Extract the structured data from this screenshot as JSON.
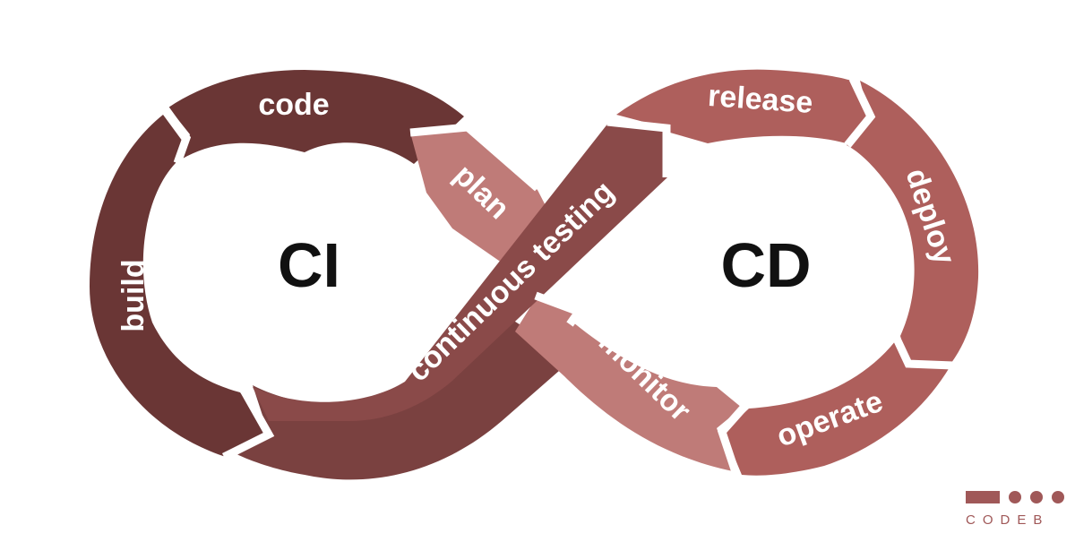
{
  "diagram": {
    "centers": {
      "left": "CI",
      "right": "CD"
    },
    "segments": {
      "code": "code",
      "build": "build",
      "continuous_testing": "continuous testing",
      "plan": "plan",
      "monitor": "monitor",
      "release": "release",
      "deploy": "deploy",
      "operate": "operate"
    },
    "colors": {
      "ci_dark": "#6a3635",
      "ci_mid": "#7a4140",
      "testing": "#8a4a49",
      "plan_monitor": "#bf7b78",
      "cd": "#ae5f5c",
      "separator": "#ffffff"
    }
  },
  "logo": {
    "text": "CODEB",
    "color": "#a05858"
  }
}
